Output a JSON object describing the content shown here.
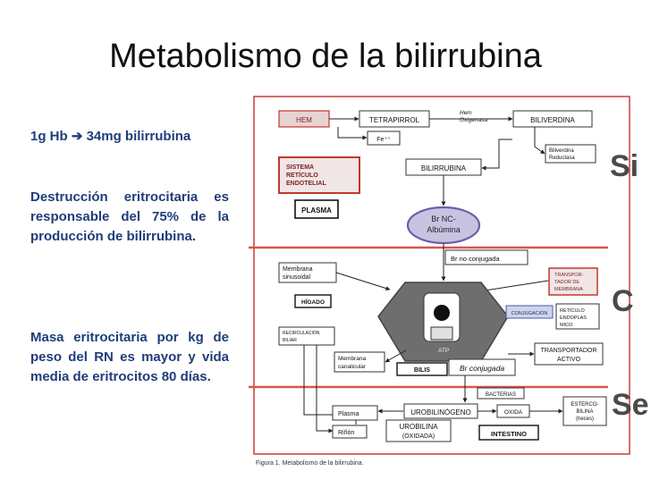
{
  "title": "Metabolismo de la bilirrubina",
  "left_text": {
    "ratio": "1g Hb ➔ 34mg bilirrubina",
    "destruction": "Destrucción eritrocitaria es responsable del 75% de la producción de bilirrubina.",
    "mass": "Masa eritrocitaria por kg de peso del RN es mayor y vida media de eritrocitos 80 días."
  },
  "side_labels": {
    "top": "Si",
    "middle": "C",
    "bottom": "Se"
  },
  "figure": {
    "caption": "Figura 1. Metabolismo de la bilirrubina.",
    "hem": "HEM",
    "tetrapirrol": "TETRAPIRROL",
    "hem_oxigenasa_1": "Hem",
    "hem_oxigenasa_2": "Oxigenasa",
    "biliverdina": "BILIVERDINA",
    "fe": "Fe⁺⁺",
    "biliverdina_reductasa_1": "Biliverdina",
    "biliverdina_reductasa_2": "Reductasa",
    "sre_1": "SISTEMA",
    "sre_2": "RETÍCULO",
    "sre_3": "ENDOTELIAL",
    "bilirrubina": "BILIRRUBINA",
    "plasma_top": "PLASMA",
    "br_nc": "Br NC-",
    "albumina": "Albúmina",
    "br_no_conjugada": "Br no conjugada",
    "membrana_sin_1": "Membrana",
    "membrana_sin_2": "sinusoidal",
    "transportador_mem_1": "TRANSPOR-",
    "transportador_mem_2": "TADOR DE",
    "transportador_mem_3": "MEMBRANA",
    "higado": "HÍGADO",
    "conjugacion": "CONJUGACIÓN",
    "reticulo_1": "RETÍCULO",
    "reticulo_2": "ENDOPLAS",
    "reticulo_3": "MICO",
    "recirculacion_1": "RECIRCULACIÓN",
    "recirculacion_2": "BILIAR",
    "atp": "ATP",
    "transportador_activo_1": "TRANSPORTADOR",
    "transportador_activo_2": "ACTIVO",
    "membrana_can_1": "Membrana",
    "membrana_can_2": "canalicular",
    "bilis": "BILIS",
    "br_conjugada": "Br conjugada",
    "bacterias": "BACTERIAS",
    "plasma_bottom": "Plasma",
    "urobilinogeno": "UROBILINÓGENO",
    "oxida": "OXIDA",
    "estercobilina_1": "ESTERCO-",
    "estercobilina_2": "BILINA",
    "estercobilina_3": "(heces)",
    "rinon": "Riñón",
    "urobilina_1": "UROBILINA",
    "urobilina_2": "(OXIDADA)",
    "intestino": "INTESTINO"
  },
  "colors": {
    "title": "#111111",
    "text": "#1f3d7a",
    "frame": "#cc3b3b",
    "separator": "#d9534f",
    "sre_border": "#c0392b",
    "albumin_fill": "#c9c3e2",
    "albumin_border": "#6f5fa8",
    "hexagon": "#6e6e6e",
    "side_label": "#4a4a4a"
  },
  "icons": [
    "arrow-right-icon"
  ]
}
